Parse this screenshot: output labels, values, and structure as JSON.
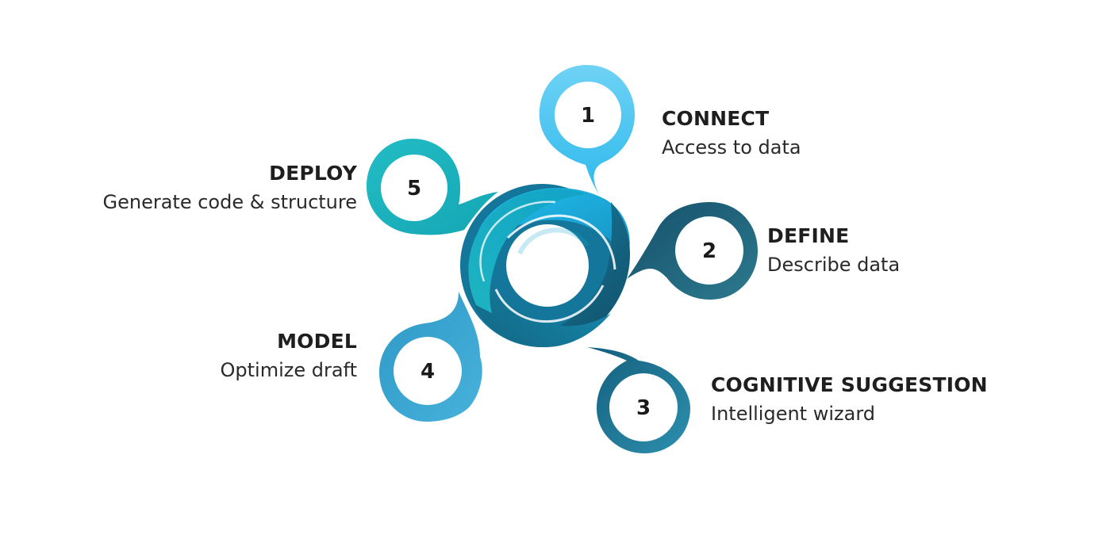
{
  "steps": [
    {
      "number": "1",
      "title": "CONNECT",
      "subtitle": "Access to data",
      "color": "#3ec3f0"
    },
    {
      "number": "2",
      "title": "DEFINE",
      "subtitle": "Describe data",
      "color": "#1f6679"
    },
    {
      "number": "3",
      "title": "COGNITIVE SUGGESTION",
      "subtitle": "Intelligent wizard",
      "color": "#237c99"
    },
    {
      "number": "4",
      "title": "MODEL",
      "subtitle": "Optimize draft",
      "color": "#32a0cc"
    },
    {
      "number": "5",
      "title": "DEPLOY",
      "subtitle": "Generate code & structure",
      "color": "#1fb3b8"
    }
  ],
  "center_swirl": {
    "colors": [
      "#19b6e8",
      "#1a8bb0",
      "#135d78",
      "#1aa9ba"
    ]
  }
}
